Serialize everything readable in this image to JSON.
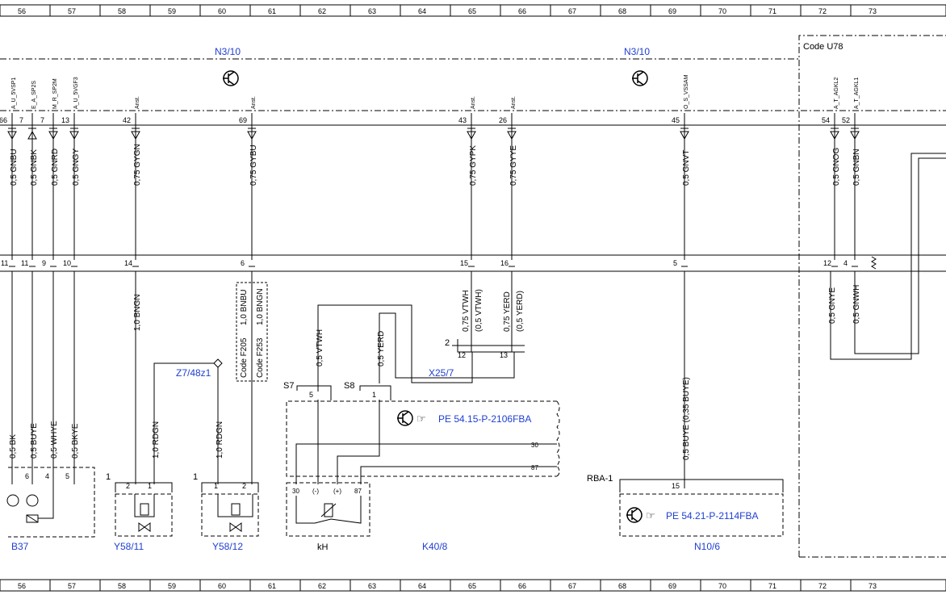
{
  "ruler": [
    "56",
    "57",
    "58",
    "59",
    "60",
    "61",
    "62",
    "63",
    "64",
    "65",
    "66",
    "67",
    "68",
    "69",
    "70",
    "71",
    "72",
    "73"
  ],
  "modules": {
    "n3_10_left": "N3/10",
    "n3_10_right": "N3/10",
    "code_u78": "Code U78"
  },
  "top_connectors": [
    {
      "pin": "66",
      "sig": "A_U_5VSP1",
      "wire": "0,5 GNBU"
    },
    {
      "pin": "7",
      "sig": "E_A_SP2S",
      "wire": "0,5 GNBK"
    },
    {
      "pin": "7",
      "sig": "M_R_SP2M",
      "wire": "0,5 GNRD"
    },
    {
      "pin": "13",
      "sig": "A_U_5VGF3",
      "wire": "0,5 GNGY"
    },
    {
      "pin": "42",
      "sig": "Anst.",
      "wire": "0,75 GYGN"
    },
    {
      "pin": "69",
      "sig": "Anst.",
      "wire": "0,75 GYBU"
    },
    {
      "pin": "43",
      "sig": "Anst.",
      "wire": "0,75 GYPK"
    },
    {
      "pin": "26",
      "sig": "Anst.",
      "wire": "0,75 GYYE"
    },
    {
      "pin": "45",
      "sig": "O_S_VSSAM",
      "wire": "0,5 GNVT"
    },
    {
      "pin": "54",
      "sig": "A_T_AGKL2",
      "wire": "0,5 GNOG"
    },
    {
      "pin": "52",
      "sig": "A_T_AGKL1",
      "wire": "0,5 GNBN"
    }
  ],
  "mid_connectors": [
    "11",
    "11",
    "9",
    "10",
    "14",
    "6",
    "15",
    "16",
    "5",
    "12",
    "4"
  ],
  "lower_wires": {
    "bk": "0,5 BK",
    "buye": "0,5 BUYE",
    "whye": "0,5 WHYE",
    "bkye": "0,5 BKYE",
    "bngn": "1,0 BNGN",
    "rdgn_a": "1,0 RDGN",
    "rdgn_b": "1,0 RDGN",
    "vtwh_main": "0,75 VTWH",
    "vtwh_alt": "(0,5 VTWH)",
    "yerd_main": "0,75 YERD",
    "yerd_alt": "(0,5 YERD)",
    "vtwh_s": "0,5 VTWH",
    "yerd_s": "0,5 YERD",
    "buye_n10": "0,5 BUYE (0,35 BUYE)",
    "gnye": "0,5 GNYE",
    "gnwh": "0,5 GNWH"
  },
  "code_box": {
    "f205": "Code F205",
    "bnbu": "1,0 BNBU",
    "f253": "Code F253",
    "bngn": "1,0 BNGN"
  },
  "labels": {
    "z7": "Z7/48z1",
    "x25": "X25/7",
    "x25_pin2": "2",
    "x25_p12": "12",
    "x25_p13": "13",
    "s7": "S7",
    "s7_pin": "5",
    "s8": "S8",
    "s8_pin": "1",
    "ref1": "PE 54.15-P-2106FBA",
    "ref2": "PE 54.21-P-2114FBA",
    "pin30": "30",
    "pin87": "87",
    "k_30": "30",
    "k_minus": "(-)",
    "k_plus": "(+)",
    "k_87": "87",
    "rba": "RBA-1",
    "rba_pin": "15",
    "b37": "B37",
    "y58_11": "Y58/11",
    "y58_12": "Y58/12",
    "kh": "kH",
    "k40": "K40/8",
    "n10": "N10/6",
    "b37_p6": "6",
    "b37_p4": "4",
    "b37_p5": "5",
    "y1_one": "1",
    "y1_p2": "2",
    "y1_p1": "1",
    "y2_one": "1",
    "y2_p1": "1",
    "y2_p2": "2"
  },
  "colors": {
    "accent_blue": "#1f3fd1",
    "line": "#000000"
  }
}
